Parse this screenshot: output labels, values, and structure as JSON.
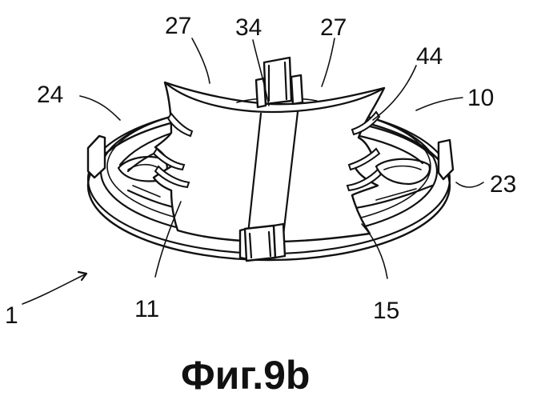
{
  "figure": {
    "caption": "Фиг.9b",
    "labels": {
      "ref_27_left": "27",
      "ref_34": "34",
      "ref_27_right": "27",
      "ref_44": "44",
      "ref_24": "24",
      "ref_10": "10",
      "ref_23": "23",
      "ref_1": "1",
      "ref_11": "11",
      "ref_15": "15"
    }
  }
}
